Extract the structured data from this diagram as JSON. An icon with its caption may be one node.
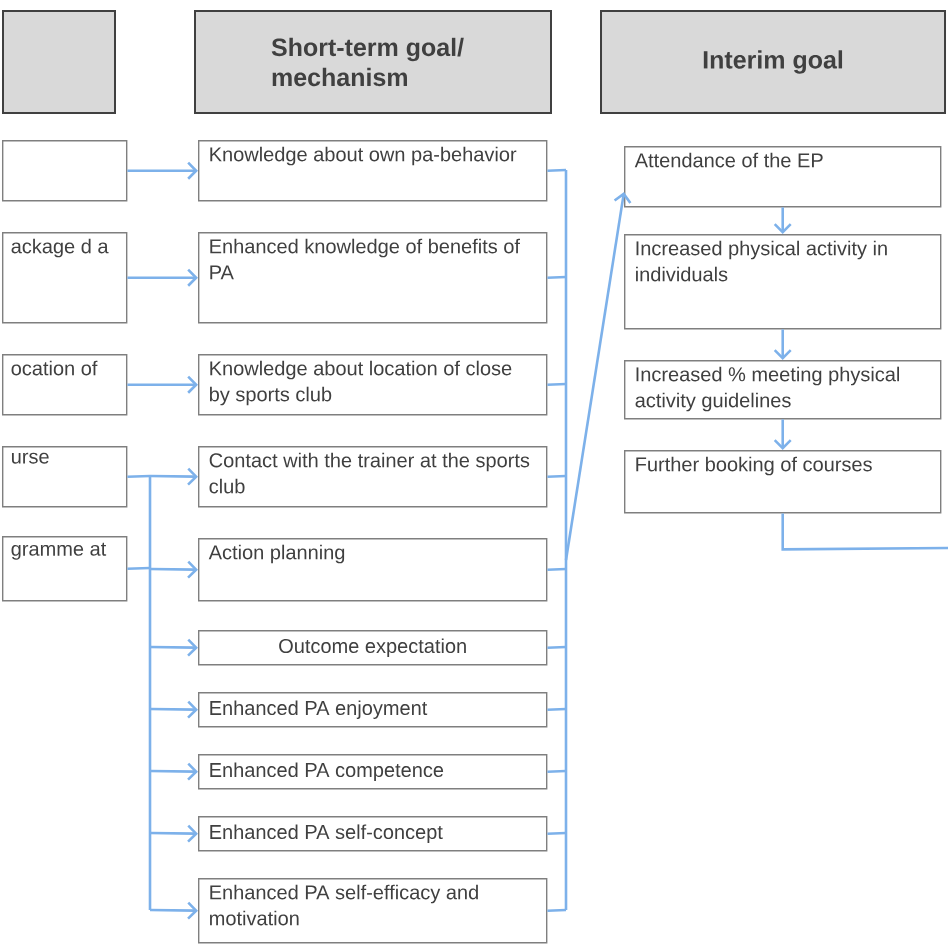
{
  "diagram": {
    "nodes": [
      {
        "text": [],
        "shape": "box"
      },
      {
        "text": [
          "Short-term goal/ mechanism"
        ]
      },
      {
        "text": [
          "Interim goal"
        ]
      },
      {
        "text": [],
        "shape": "box"
      },
      {
        "text": [
          "ackage d a"
        ]
      },
      {
        "text": [
          "ocation of"
        ]
      },
      {
        "text": [
          "urse"
        ]
      },
      {
        "text": [
          "gramme at"
        ]
      },
      {
        "text": [
          "Knowledge about own pa-behavior"
        ]
      },
      {
        "text": [
          "Enhanced knowledge of benefits of PA"
        ]
      },
      {
        "text": [
          "Knowledge about location of close by sports club"
        ]
      },
      {
        "text": [
          "Contact with the trainer at the sports club"
        ]
      },
      {
        "text": [
          "Action planning"
        ]
      },
      {
        "text": [
          "Outcome expectation"
        ]
      },
      {
        "text": [
          "Enhanced PA enjoyment"
        ]
      },
      {
        "text": [
          "Enhanced PA competence"
        ]
      },
      {
        "text": [
          "Enhanced PA self-concept"
        ]
      },
      {
        "text": [
          "Enhanced PA self-efficacy and motivation"
        ]
      },
      {
        "text": [
          "Attendance of the EP"
        ]
      },
      {
        "text": [
          "Increased physical activity in individuals"
        ]
      },
      {
        "text": [
          "Increased % meeting physical activity guidelines"
        ]
      },
      {
        "text": [
          "Further booking of courses"
        ]
      }
    ],
    "edges": [
      {
        "from": 3,
        "to": 8,
        "arrow": "to"
      },
      {
        "from": 4,
        "to": 9,
        "arrow": "to"
      },
      {
        "from": 5,
        "to": 10,
        "arrow": "to"
      },
      {
        "from": 6,
        "to": 11,
        "arrow": "to"
      },
      {
        "from": 6,
        "to": 12,
        "arrow": "to"
      },
      {
        "from": 6,
        "to": 13,
        "arrow": "to"
      },
      {
        "from": 6,
        "to": 14,
        "arrow": "to"
      },
      {
        "from": 6,
        "to": 15,
        "arrow": "to"
      },
      {
        "from": 6,
        "to": 16,
        "arrow": "to"
      },
      {
        "from": 6,
        "to": 17,
        "arrow": "to"
      },
      {
        "from": 7,
        "to": 11,
        "arrow": "to"
      },
      {
        "from": 7,
        "to": 12,
        "arrow": "to"
      },
      {
        "from": 7,
        "to": 13,
        "arrow": "to"
      },
      {
        "from": 7,
        "to": 14,
        "arrow": "to"
      },
      {
        "from": 7,
        "to": 15,
        "arrow": "to"
      },
      {
        "from": 7,
        "to": 16,
        "arrow": "to"
      },
      {
        "from": 7,
        "to": 17,
        "arrow": "to"
      },
      {
        "from": 8,
        "to": 18,
        "arrow": "to"
      },
      {
        "from": 9,
        "to": 18,
        "arrow": "to"
      },
      {
        "from": 10,
        "to": 18,
        "arrow": "to"
      },
      {
        "from": 11,
        "to": 18,
        "arrow": "to"
      },
      {
        "from": 12,
        "to": 18,
        "arrow": "to"
      },
      {
        "from": 13,
        "to": 18,
        "arrow": "to"
      },
      {
        "from": 14,
        "to": 18,
        "arrow": "to"
      },
      {
        "from": 15,
        "to": 18,
        "arrow": "to"
      },
      {
        "from": 16,
        "to": 18,
        "arrow": "to"
      },
      {
        "from": 17,
        "to": 18,
        "arrow": "to"
      },
      {
        "from": 18,
        "to": 19,
        "arrow": "to"
      },
      {
        "from": 19,
        "to": 20,
        "arrow": "to"
      },
      {
        "from": 20,
        "to": 21,
        "arrow": "to"
      },
      {
        "from": 21,
        "to": null,
        "arrow": "none"
      }
    ]
  }
}
